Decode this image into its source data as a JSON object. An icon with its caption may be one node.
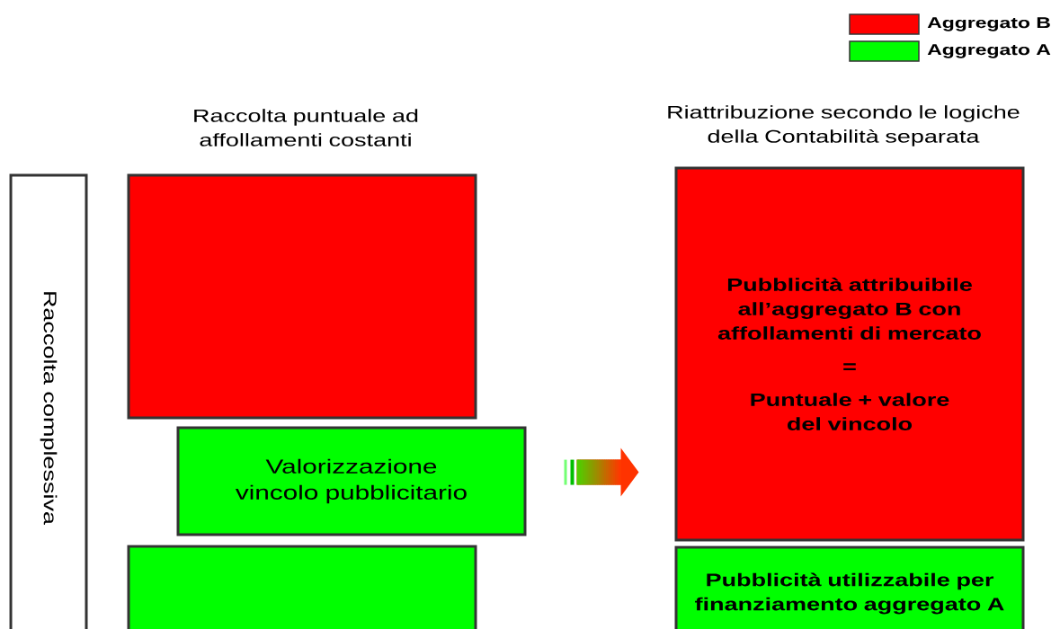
{
  "diagram": {
    "nodes": [
      {
        "text": [
          "Raccolta complessiva"
        ]
      },
      {
        "text": [],
        "shape": "box"
      },
      {
        "text": [
          "Valorizzazione vincolo pubblicitario"
        ]
      },
      {
        "text": [],
        "shape": "box"
      },
      {
        "text": [
          "Pubblicità attribuibile all’aggregato B con affollamenti di mercato",
          "=",
          "Puntuale + valore del vincolo"
        ]
      },
      {
        "text": [
          "Pubblicità utilizzabile per finanziamento aggregato A"
        ]
      }
    ],
    "edges": [
      {
        "from": 2,
        "to": 4,
        "arrow": "to"
      }
    ],
    "labels": [
      "Raccolta puntuale ad affollamenti costanti",
      "Riattribuzione secondo le logiche della Contabilità separata"
    ],
    "legend": [
      {
        "text": "Aggregato B",
        "color": "#ff0000"
      },
      {
        "text": "Aggregato A",
        "color": "#00ff00"
      }
    ]
  }
}
